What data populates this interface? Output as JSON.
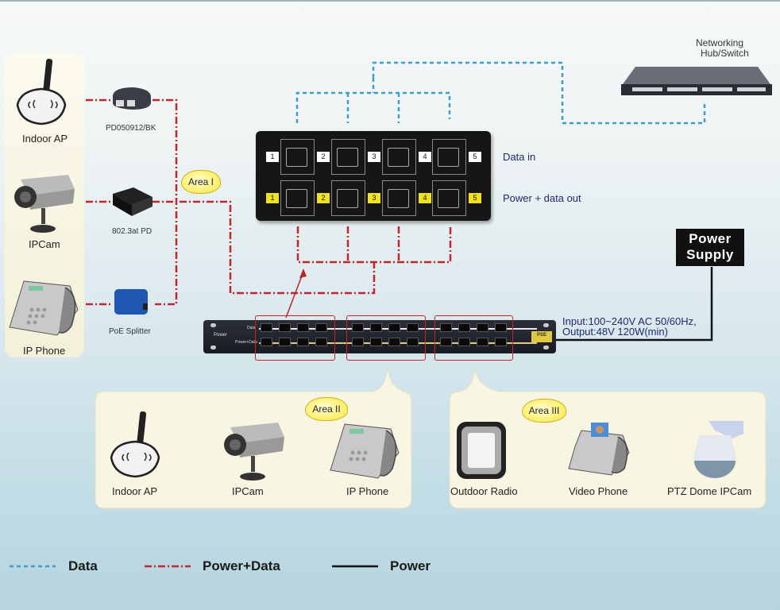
{
  "legend": {
    "data": "Data",
    "power_data": "Power+Data",
    "power": "Power",
    "colors": {
      "data": "#3aa0c8",
      "power_data": "#c0262a",
      "power": "#111111"
    }
  },
  "hub": {
    "label_line1": "Networking",
    "label_line2": "Hub/Switch"
  },
  "injector_panel": {
    "data_in_label": "Data in",
    "power_out_label": "Power + data out",
    "top_ports": [
      "1",
      "2",
      "3",
      "4",
      "5"
    ],
    "bottom_ports": [
      "1",
      "2",
      "3",
      "4",
      "5"
    ]
  },
  "power_supply": {
    "title_line1": "Power",
    "title_line2": "Supply",
    "spec_line1": "Input:100~240V AC 50/60Hz,",
    "spec_line2": "Output:48V 120W(min)"
  },
  "rack": {
    "power_label": "Power",
    "data_label": "Data",
    "power_data_label": "Power+Data",
    "badge": "PSE"
  },
  "area1": {
    "label": "Area I",
    "devices": [
      {
        "name": "Indoor AP",
        "adapter": "PD050912/BK"
      },
      {
        "name": "IPCam",
        "adapter": "802.3at PD"
      },
      {
        "name": "IP Phone",
        "adapter": "PoE Splitter"
      }
    ]
  },
  "area2": {
    "label": "Area II",
    "devices": [
      "Indoor AP",
      "IPCam",
      "IP Phone"
    ]
  },
  "area3": {
    "label": "Area III",
    "devices": [
      "Outdoor Radio",
      "Video Phone",
      "PTZ Dome IPCam"
    ]
  }
}
